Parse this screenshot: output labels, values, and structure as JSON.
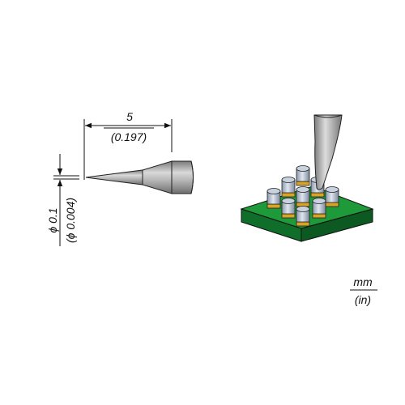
{
  "length_dimension": {
    "metric": "5",
    "imperial": "(0.197)"
  },
  "tip_diameter_dimension": {
    "metric": "ϕ 0.1",
    "imperial": "(ϕ 0.004)"
  },
  "units_legend": {
    "metric": "mm",
    "imperial": "(in)"
  },
  "colors": {
    "tip_metal": "#a9a9a9",
    "tip_highlight": "#d8d8d8",
    "board_top": "#1f9a3a",
    "board_side": "#0f6e2a",
    "component_cap": "#b6c2d2",
    "component_band": "#d9a425"
  }
}
